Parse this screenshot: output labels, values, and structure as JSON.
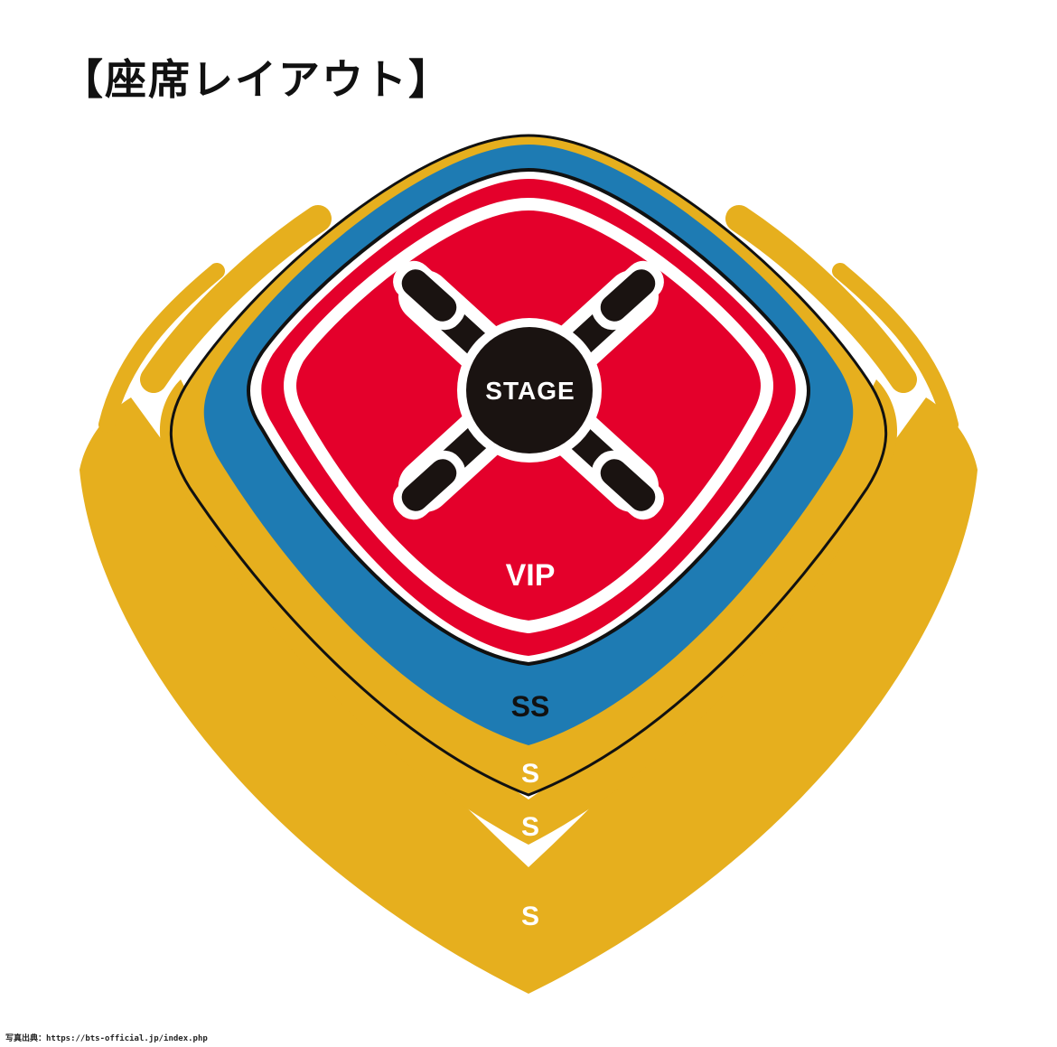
{
  "title": "【座席レイアウト】",
  "stage_label": "STAGE",
  "sections": {
    "vip": "VIP",
    "ss": "SS",
    "s_inner": "S",
    "s_middle": "S",
    "s_outer": "S"
  },
  "credit": "写真出典：https://bts-official.jp/index.php",
  "colors": {
    "vip": "#e4002b",
    "ss": "#1e7bb3",
    "s": "#e6af1e",
    "stage": "#1a1311",
    "outline": "#111111",
    "background": "#ffffff"
  }
}
